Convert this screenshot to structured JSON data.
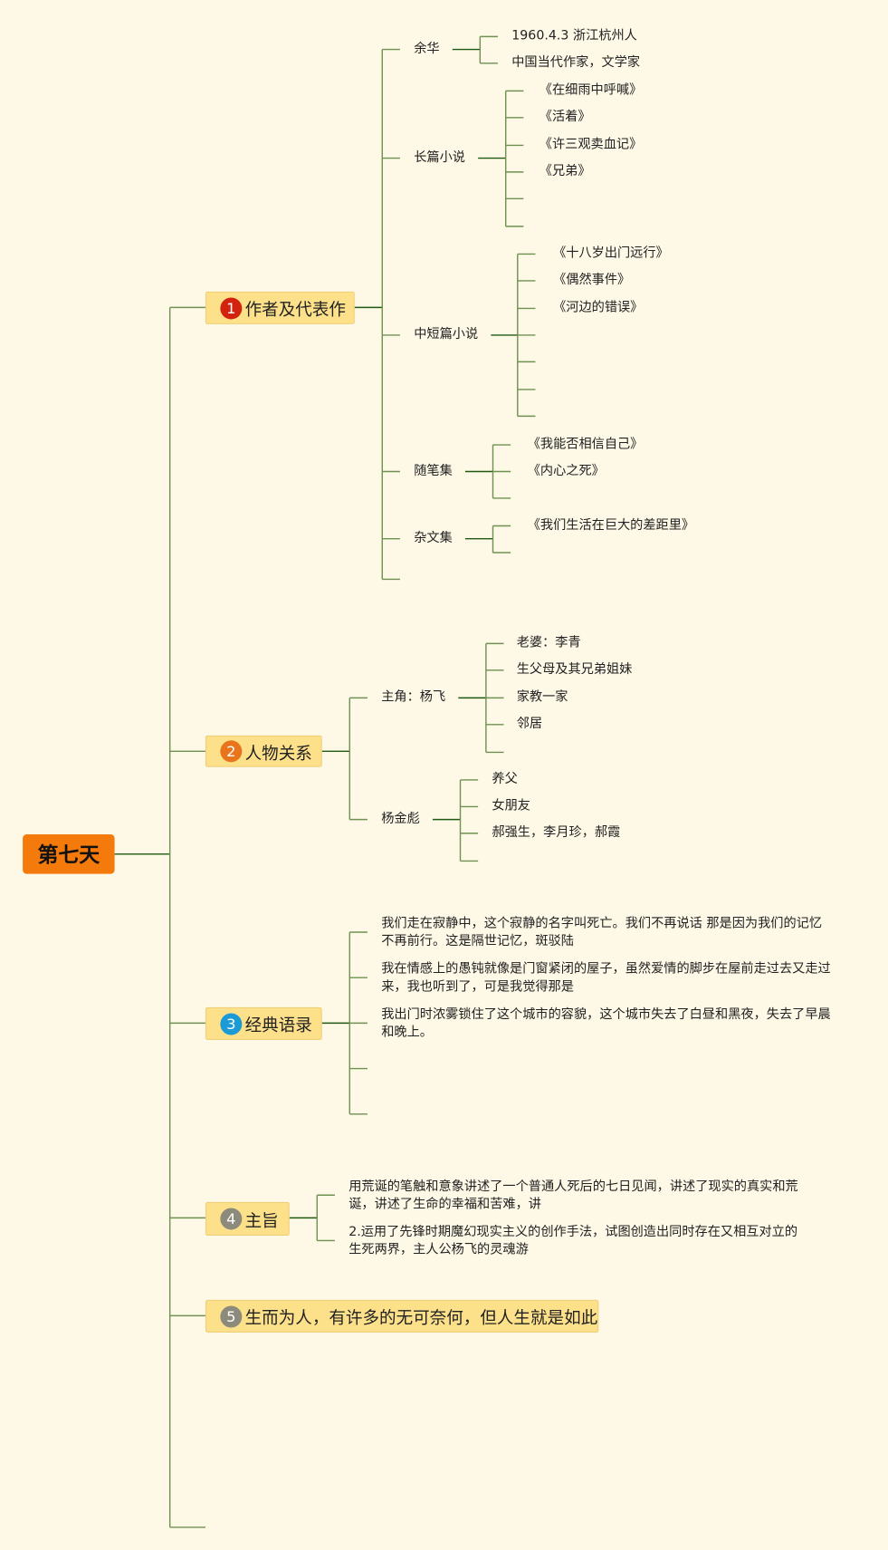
{
  "root": "第七天",
  "branches": [
    {
      "num": "1",
      "label": "作者及代表作",
      "color": "#d2230f"
    },
    {
      "num": "2",
      "label": "人物关系",
      "color": "#e8741b"
    },
    {
      "num": "3",
      "label": "经典语录",
      "color": "#1c9ad6"
    },
    {
      "num": "4",
      "label": "主旨",
      "color": "#8c8a7a"
    },
    {
      "num": "5",
      "label": "生而为人，有许多的无可奈何，但人生就是如此",
      "color": "#8c8a7a"
    }
  ],
  "author": {
    "yuhua": {
      "label": "余华",
      "items": [
        "1960.4.3 浙江杭州人",
        "中国当代作家，文学家"
      ]
    },
    "novels": {
      "label": "长篇小说",
      "items": [
        "《在细雨中呼喊》",
        "《活着》",
        "《许三观卖血记》",
        "《兄弟》"
      ]
    },
    "short": {
      "label": "中短篇小说",
      "items": [
        "《十八岁出门远行》",
        "《偶然事件》",
        "《河边的错误》"
      ]
    },
    "essays": {
      "label": "随笔集",
      "items": [
        "《我能否相信自己》",
        "《内心之死》"
      ]
    },
    "misc": {
      "label": "杂文集",
      "items": [
        "《我们生活在巨大的差距里》"
      ]
    }
  },
  "people": {
    "yangfei": {
      "label": "主角：杨飞",
      "items": [
        "老婆：李青",
        "生父母及其兄弟姐妹",
        "家教一家",
        "邻居"
      ]
    },
    "yangjinbiao": {
      "label": "杨金彪",
      "items": [
        "养父",
        "女朋友",
        "郝强生，李月珍，郝霞"
      ]
    }
  },
  "quotes": [
    "我们走在寂静中，这个寂静的名字叫死亡。我们不再说话 那是因为我们的记忆不再前行。这是隔世记忆，斑驳陆",
    "我在情感上的愚钝就像是门窗紧闭的屋子，虽然爱情的脚步在屋前走过去又走过来，我也听到了，可是我觉得那是",
    "我出门时浓雾锁住了这个城市的容貌，这个城市失去了白昼和黑夜，失去了早晨和晚上。"
  ],
  "theme": [
    "用荒诞的笔触和意象讲述了一个普通人死后的七日见闻，讲述了现实的真实和荒诞，讲述了生命的幸福和苦难，讲",
    "2.运用了先锋时期魔幻现实主义的创作手法，试图创造出同时存在又相互对立的生死两界，主人公杨飞的灵魂游"
  ]
}
